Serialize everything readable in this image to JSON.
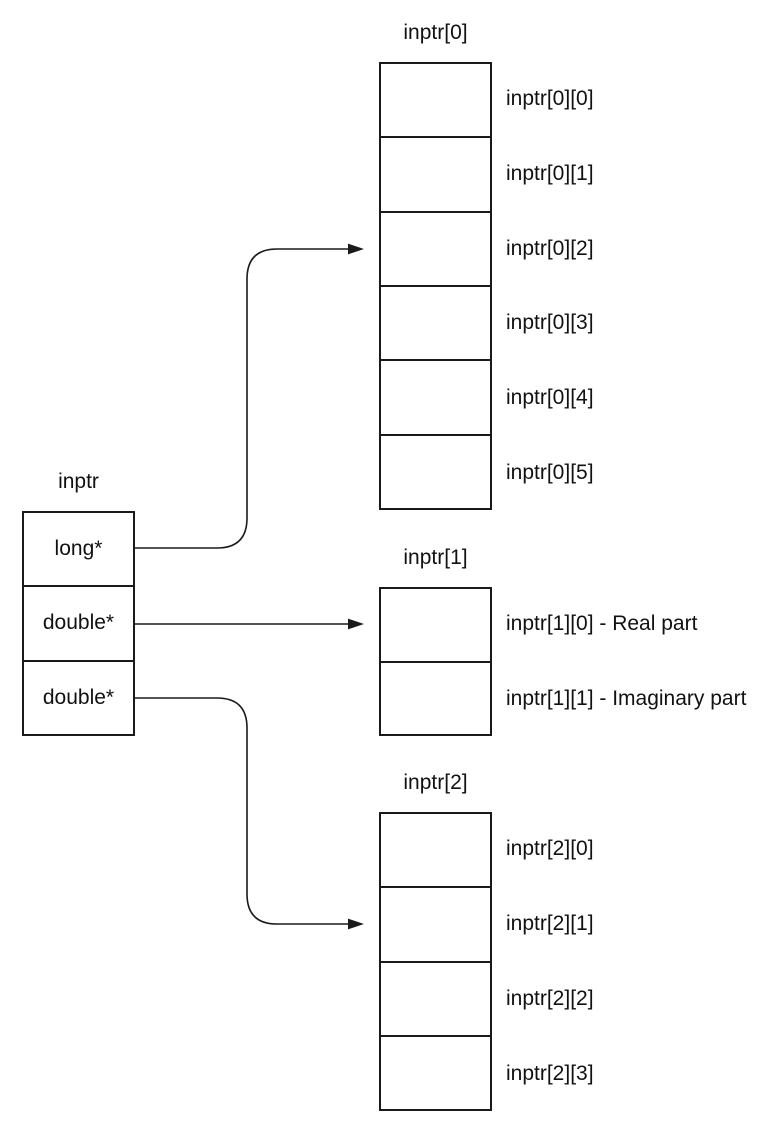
{
  "diagram": {
    "colors": {
      "background": "#ffffff",
      "line": "#1a1a1a",
      "text": "#111111"
    },
    "pointer_box": {
      "title": "inptr",
      "cells": [
        {
          "label": "long*"
        },
        {
          "label": "double*"
        },
        {
          "label": "double*"
        }
      ]
    },
    "arrays": [
      {
        "title": "inptr[0]",
        "cells": [
          {
            "label": "inptr[0][0]"
          },
          {
            "label": "inptr[0][1]"
          },
          {
            "label": "inptr[0][2]"
          },
          {
            "label": "inptr[0][3]"
          },
          {
            "label": "inptr[0][4]"
          },
          {
            "label": "inptr[0][5]"
          }
        ]
      },
      {
        "title": "inptr[1]",
        "cells": [
          {
            "label": "inptr[1][0] - Real part"
          },
          {
            "label": "inptr[1][1] - Imaginary part"
          }
        ]
      },
      {
        "title": "inptr[2]",
        "cells": [
          {
            "label": "inptr[2][0]"
          },
          {
            "label": "inptr[2][1]"
          },
          {
            "label": "inptr[2][2]"
          },
          {
            "label": "inptr[2][3]"
          }
        ]
      }
    ],
    "connections": [
      {
        "from": "long*",
        "to": "inptr[0]"
      },
      {
        "from": "double*",
        "to": "inptr[1]"
      },
      {
        "from": "double*",
        "to": "inptr[2]"
      }
    ]
  }
}
